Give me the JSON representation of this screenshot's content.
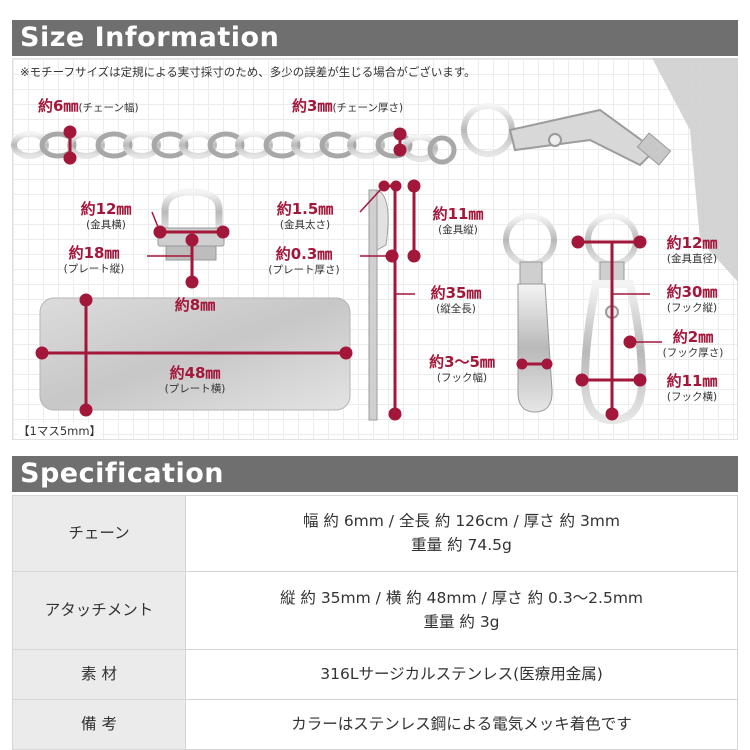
{
  "size_info": {
    "title": "Size Information",
    "note": "※モチーフサイズは定規による実寸採寸のため、多少の誤差が生じる場合がございます。",
    "grid_note": "【1マス5mm】",
    "labels": {
      "chain_width": {
        "value": "約6㎜",
        "sub": "(チェーン幅)"
      },
      "chain_thickness": {
        "value": "約3㎜",
        "sub": "(チェーン厚さ)"
      },
      "fitting_width": {
        "value": "約12㎜",
        "sub": "(金具横)"
      },
      "plate_length": {
        "value": "約18㎜",
        "sub": "(プレート縦)"
      },
      "plate_8": {
        "value": "約8㎜"
      },
      "plate_width": {
        "value": "約48㎜",
        "sub": "(プレート横)"
      },
      "fitting_thick": {
        "value": "約1.5㎜",
        "sub": "(金具太さ)"
      },
      "plate_thick": {
        "value": "約0.3㎜",
        "sub": "(プレート厚さ)"
      },
      "fitting_height": {
        "value": "約11㎜",
        "sub": "(金具縦)"
      },
      "total_length": {
        "value": "約35㎜",
        "sub": "(縦全長)"
      },
      "hook_width": {
        "value": "約3～5㎜",
        "sub": "(フック幅)"
      },
      "ring_diameter": {
        "value": "約12㎜",
        "sub": "(金具直径)"
      },
      "hook_length": {
        "value": "約30㎜",
        "sub": "(フック縦)"
      },
      "hook_thick": {
        "value": "約2㎜",
        "sub": "(フック厚さ)"
      },
      "hook_side": {
        "value": "約11㎜",
        "sub": "(フック横)"
      }
    }
  },
  "spec": {
    "title": "Specification",
    "rows": [
      {
        "key": "チェーン",
        "lines": [
          "幅 約 6mm / 全長 約 126cm / 厚さ 約 3mm",
          "重量 約 74.5g"
        ]
      },
      {
        "key": "アタッチメント",
        "lines": [
          "縦 約 35mm / 横 約 48mm / 厚さ 約 0.3～2.5mm",
          "重量 約 3g"
        ]
      },
      {
        "key": "素 材",
        "lines": [
          "316Lサージカルステンレス(医療用金属)"
        ]
      },
      {
        "key": "備 考",
        "lines": [
          "カラーはステンレス鋼による電気メッキ着色です"
        ]
      }
    ]
  },
  "colors": {
    "accent": "#a3173a",
    "header_bg": "#6f6f6f"
  }
}
